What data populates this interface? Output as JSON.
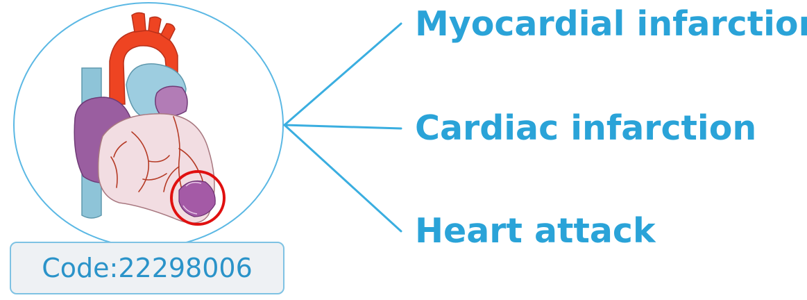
{
  "concept": {
    "code_prefix": "Code:",
    "code_value": "22298006",
    "code_label": "Code:22298006",
    "synonyms": [
      "Myocardial infarction",
      "Cardiac infarction",
      "Heart attack"
    ]
  },
  "colors": {
    "accent": "#2aa3d8",
    "connector": "#3aaee0",
    "circle_border": "#5bb8e4",
    "highlight_ring": "#e01010",
    "aorta": "#ee4422",
    "vena_cava": "#8ec4d8",
    "heart_body": "#f2dde2",
    "atrium": "#9a5ea0",
    "vessels": "#b53a25",
    "infarct": "#a45aa6"
  },
  "icons": {
    "illustration": "heart-icon",
    "highlight": "infarct-highlight-ring"
  }
}
